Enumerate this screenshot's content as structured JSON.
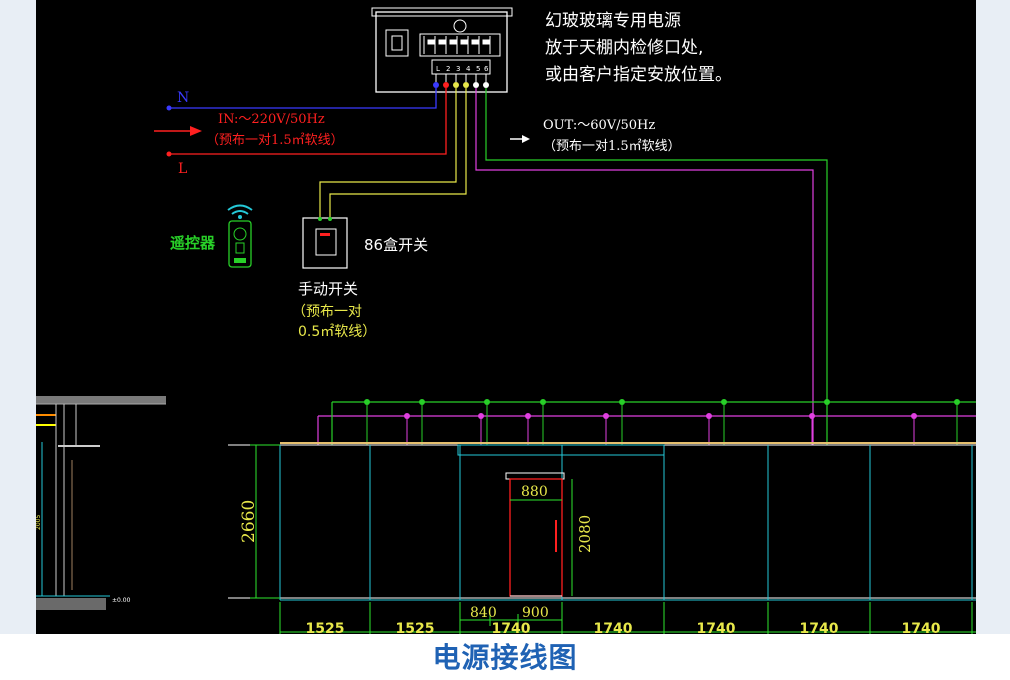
{
  "caption": "电源接线图",
  "supply_box": {
    "note_lines": [
      "幻玻玻璃专用电源",
      "放于天棚内检修口处,",
      "或由客户指定安放位置。"
    ],
    "terminal_labels": [
      "L",
      "2",
      "3",
      "4",
      "5",
      "6"
    ]
  },
  "input": {
    "n_label": "N",
    "l_label": "L",
    "spec": "IN:～220V/50Hz",
    "wire": "（预布一对1.5㎡软线）"
  },
  "output": {
    "spec": "OUT:～60V/50Hz",
    "wire": "（预布一对1.5㎡软线）"
  },
  "remote_label": "遥控器",
  "switch": {
    "box_label": "86盒开关",
    "manual_label": "手动开关",
    "wire_line1": "（预布一对",
    "wire_line2": "0.5㎡软线）"
  },
  "dimensions": {
    "wall_height": "2660",
    "door_height": "2080",
    "door_width": "880",
    "bottom_segments": [
      "1525",
      "1525",
      "1740",
      "1740",
      "1740",
      "1740",
      "1740"
    ],
    "sub_segments": [
      "840",
      "900"
    ]
  },
  "section_detail_texts": [
    "2005",
    "±0.00"
  ],
  "colors": {
    "background": "#000000",
    "caption": "#1f62b4",
    "neutral_wire": "#3a3aff",
    "live_wire": "#ff2020",
    "switch_wire": "#e8e84a",
    "output_wire": "#e040e0",
    "green_wire": "#28d028",
    "dimension": "#2ee62e",
    "glass_frame": "#25c9d8",
    "door": "#ff2020"
  }
}
